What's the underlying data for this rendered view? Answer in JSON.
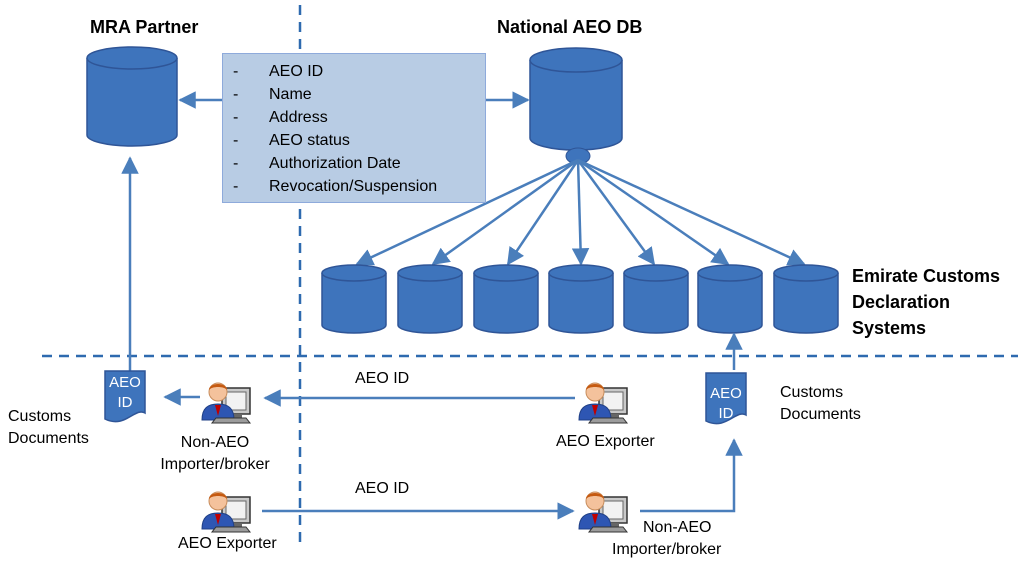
{
  "labels": {
    "mra_partner": "MRA Partner",
    "national_db": "National AEO DB",
    "emirate_line1": "Emirate Customs",
    "emirate_line2": "Declaration",
    "emirate_line3": "Systems",
    "aeo_id_top": "AEO ID",
    "aeo_id_bottom": "AEO ID",
    "customs_docs_left_1": "Customs",
    "customs_docs_left_2": "Documents",
    "customs_docs_right_1": "Customs",
    "customs_docs_right_2": "Documents",
    "non_aeo_left_1": "Non-AEO",
    "non_aeo_left_2": "Importer/broker",
    "aeo_exporter_right": "AEO Exporter",
    "aeo_exporter_left": "AEO Exporter",
    "non_aeo_right_1": "Non-AEO",
    "non_aeo_right_2": "Importer/broker"
  },
  "documents": {
    "left_line1": "AEO",
    "left_line2": "ID",
    "right_line1": "AEO",
    "right_line2": "ID"
  },
  "data_fields": {
    "bullet": "-",
    "items": [
      "AEO ID",
      "Name",
      "Address",
      "AEO status",
      "Authorization Date",
      "Revocation/Suspension"
    ]
  },
  "colors": {
    "cylinder_fill": "#3e74bc",
    "cylinder_stroke": "#2f5597",
    "arrow": "#4a7ebb",
    "dashed_line": "#2e6aaf",
    "field_box": "#b8cce4"
  },
  "icons": [
    "database-icon",
    "document-icon",
    "user-computer-icon"
  ]
}
